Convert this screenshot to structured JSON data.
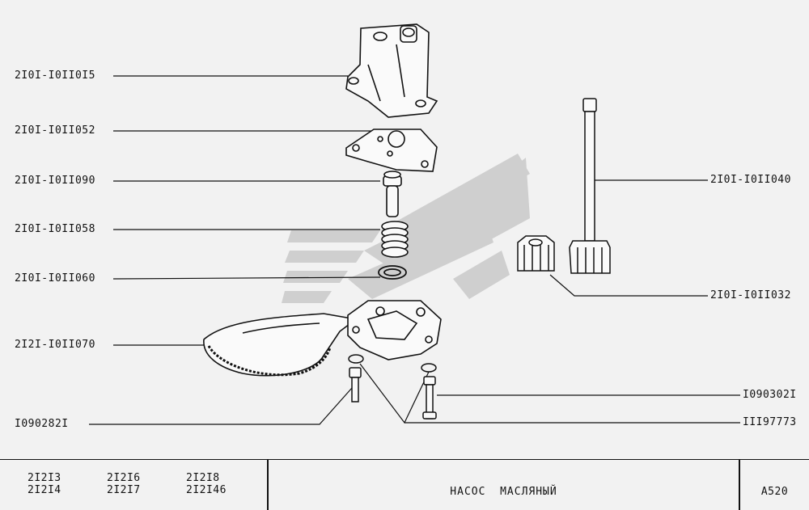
{
  "callouts_left": [
    {
      "id": "housing",
      "label": "2I0I-I0II0I5"
    },
    {
      "id": "plate",
      "label": "2I0I-I0II052"
    },
    {
      "id": "valve",
      "label": "2I0I-I0II090"
    },
    {
      "id": "spring",
      "label": "2I0I-I0II058"
    },
    {
      "id": "washer",
      "label": "2I0I-I0II060"
    },
    {
      "id": "strainer",
      "label": "2I2I-I0II070"
    },
    {
      "id": "bolt-left",
      "label": "I090282I"
    }
  ],
  "callouts_right": [
    {
      "id": "drive-shaft",
      "label": "2I0I-I0II040"
    },
    {
      "id": "driven-gear",
      "label": "2I0I-I0II032"
    },
    {
      "id": "bolt-right",
      "label": "I090302I"
    },
    {
      "id": "lock-washers",
      "label": "III97773"
    }
  ],
  "title_block": {
    "models": [
      [
        "2I2I3",
        "2I2I4"
      ],
      [
        "2I2I6",
        "2I2I7"
      ],
      [
        "2I2I8",
        "2I2I46"
      ]
    ],
    "title": "НАСОС  МАСЛЯНЫЙ",
    "code": "A520"
  },
  "colors": {
    "background": "#f2f2f2",
    "ink": "#111111",
    "watermark": "#c8c8c8"
  }
}
